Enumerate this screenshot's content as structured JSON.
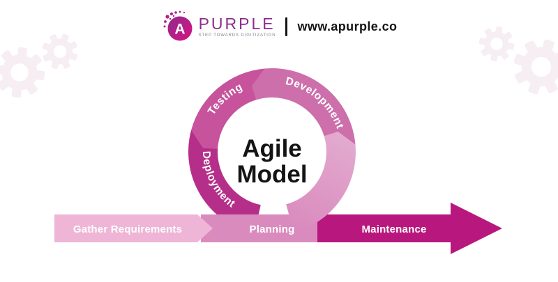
{
  "header": {
    "brand_initial": "A",
    "brand_name": "PURPLE",
    "brand_tagline": "STEP TOWARDS DIGITIZATION",
    "divider": "|",
    "website": "www.apurple.co",
    "brand_gradient": [
      "#8f2a8f",
      "#d6157f"
    ]
  },
  "diagram": {
    "title_line1": "Agile",
    "title_line2": "Model",
    "cycle_segments": [
      {
        "label": "Testing",
        "color": "#c6539c"
      },
      {
        "label": "Development",
        "color": "#cd6fab"
      },
      {
        "label": "Deployment",
        "color": "#b52f8a"
      }
    ],
    "entry_segment_colors": [
      "#d989bd",
      "#e3accf"
    ],
    "flow_steps": [
      {
        "label": "Gather Requirements",
        "color": "#eeb5d6"
      },
      {
        "label": "Planning",
        "color": "#da8bbe"
      },
      {
        "label": "Maintenance",
        "color": "#b8187d"
      }
    ]
  },
  "decor": {
    "gear_color": "#f6eef3"
  }
}
